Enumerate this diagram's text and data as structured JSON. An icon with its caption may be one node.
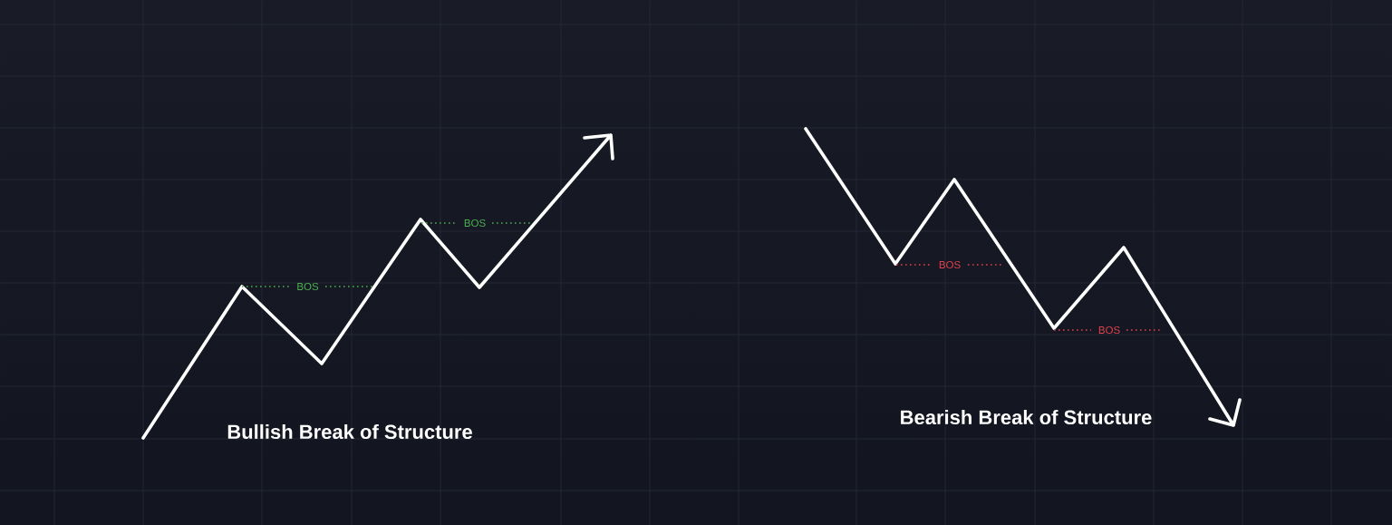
{
  "diagram": {
    "labels": [
      "BOS",
      "BOS",
      "Bullish Break of Structure",
      "BOS",
      "BOS",
      "Bearish Break of Structure"
    ]
  }
}
